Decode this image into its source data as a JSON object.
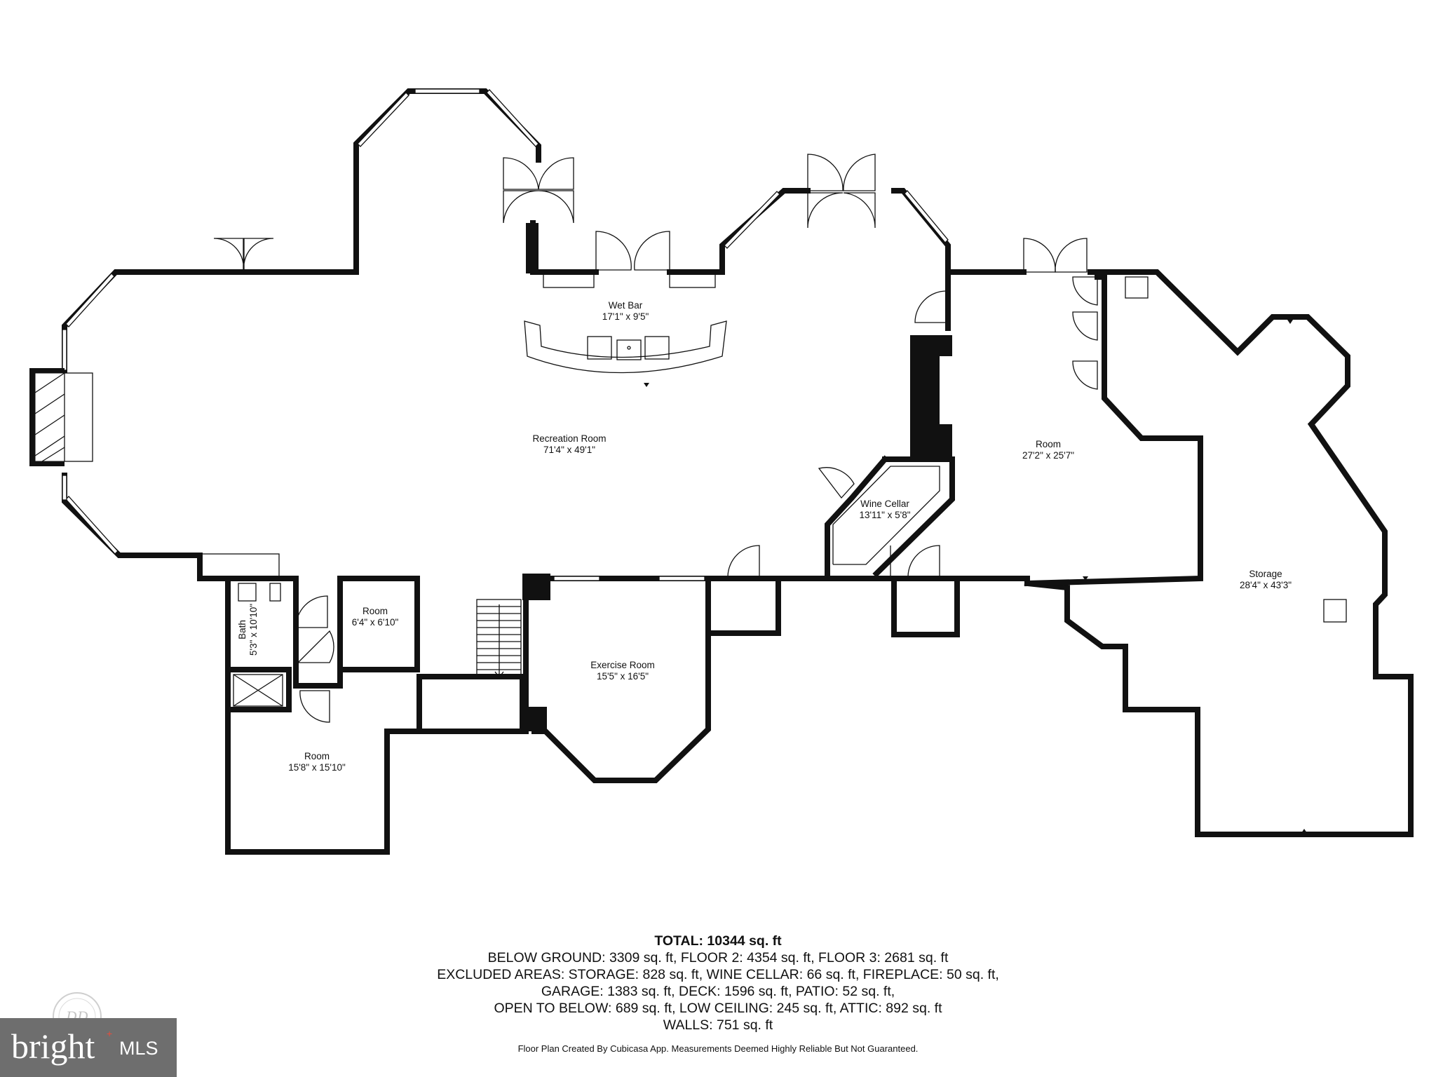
{
  "rooms": {
    "recreation": {
      "name": "Recreation Room",
      "dims": "71'4\" x 49'1\""
    },
    "wet_bar": {
      "name": "Wet Bar",
      "dims": "17'1\" x 9'5\""
    },
    "room_main": {
      "name": "Room",
      "dims": "27'2\" x 25'7\""
    },
    "wine_cellar": {
      "name": "Wine Cellar",
      "dims": "13'11\" x 5'8\""
    },
    "storage": {
      "name": "Storage",
      "dims": "28'4\" x 43'3\""
    },
    "exercise": {
      "name": "Exercise Room",
      "dims": "15'5\" x 16'5\""
    },
    "bath": {
      "name": "Bath",
      "dims": "5'3\" x 10'10\""
    },
    "room_small": {
      "name": "Room",
      "dims": "6'4\" x 6'10\""
    },
    "room_lower": {
      "name": "Room",
      "dims": "15'8\" x 15'10\""
    }
  },
  "summary": {
    "total": "TOTAL: 10344 sq. ft",
    "line1": "BELOW GROUND: 3309 sq. ft, FLOOR 2: 4354 sq. ft, FLOOR 3: 2681 sq. ft",
    "line2": "EXCLUDED AREAS: STORAGE: 828 sq. ft, WINE CELLAR: 66 sq. ft, FIREPLACE: 50 sq. ft,",
    "line3": "GARAGE: 1383 sq. ft, DECK: 1596 sq. ft, PATIO: 52 sq. ft,",
    "line4": "OPEN TO BELOW: 689 sq. ft, LOW CEILING: 245 sq. ft, ATTIC: 892 sq. ft",
    "line5": "WALLS: 751 sq. ft"
  },
  "disclaimer": "Floor Plan Created By Cubicasa App. Measurements Deemed Highly Reliable But Not Guaranteed.",
  "brand": {
    "name": "bright",
    "suffix": "MLS",
    "mark": "+"
  },
  "stamp": {
    "initials": "DD"
  }
}
